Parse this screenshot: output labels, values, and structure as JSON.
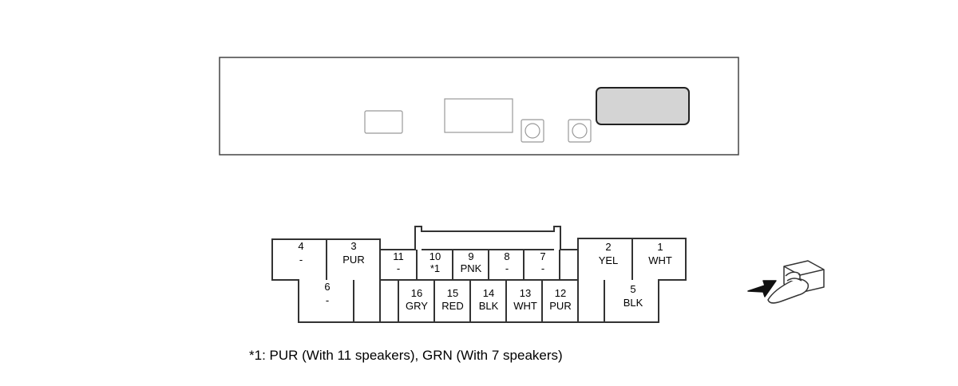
{
  "pins": [
    {
      "id": "4",
      "wire": "-"
    },
    {
      "id": "3",
      "wire": "PUR"
    },
    {
      "id": "11",
      "wire": "-"
    },
    {
      "id": "10",
      "wire": "*1"
    },
    {
      "id": "9",
      "wire": "PNK"
    },
    {
      "id": "8",
      "wire": "-"
    },
    {
      "id": "7",
      "wire": "-"
    },
    {
      "id": "2",
      "wire": "YEL"
    },
    {
      "id": "1",
      "wire": "WHT"
    },
    {
      "id": "6",
      "wire": "-"
    },
    {
      "id": "16",
      "wire": "GRY"
    },
    {
      "id": "15",
      "wire": "RED"
    },
    {
      "id": "14",
      "wire": "BLK"
    },
    {
      "id": "13",
      "wire": "WHT"
    },
    {
      "id": "12",
      "wire": "PUR"
    },
    {
      "id": "5",
      "wire": "BLK"
    }
  ],
  "footnote": "*1: PUR (With 11 speakers), GRN (With 7 speakers)",
  "icons": {
    "component": "unit-front-view-icon",
    "connector": "connector-face-icon",
    "view_hint": "hand-pushing-connector-icon"
  },
  "colors": {
    "line": "#333333",
    "fill": "#ffffff",
    "shaded_slot": "#d4d4d4"
  }
}
